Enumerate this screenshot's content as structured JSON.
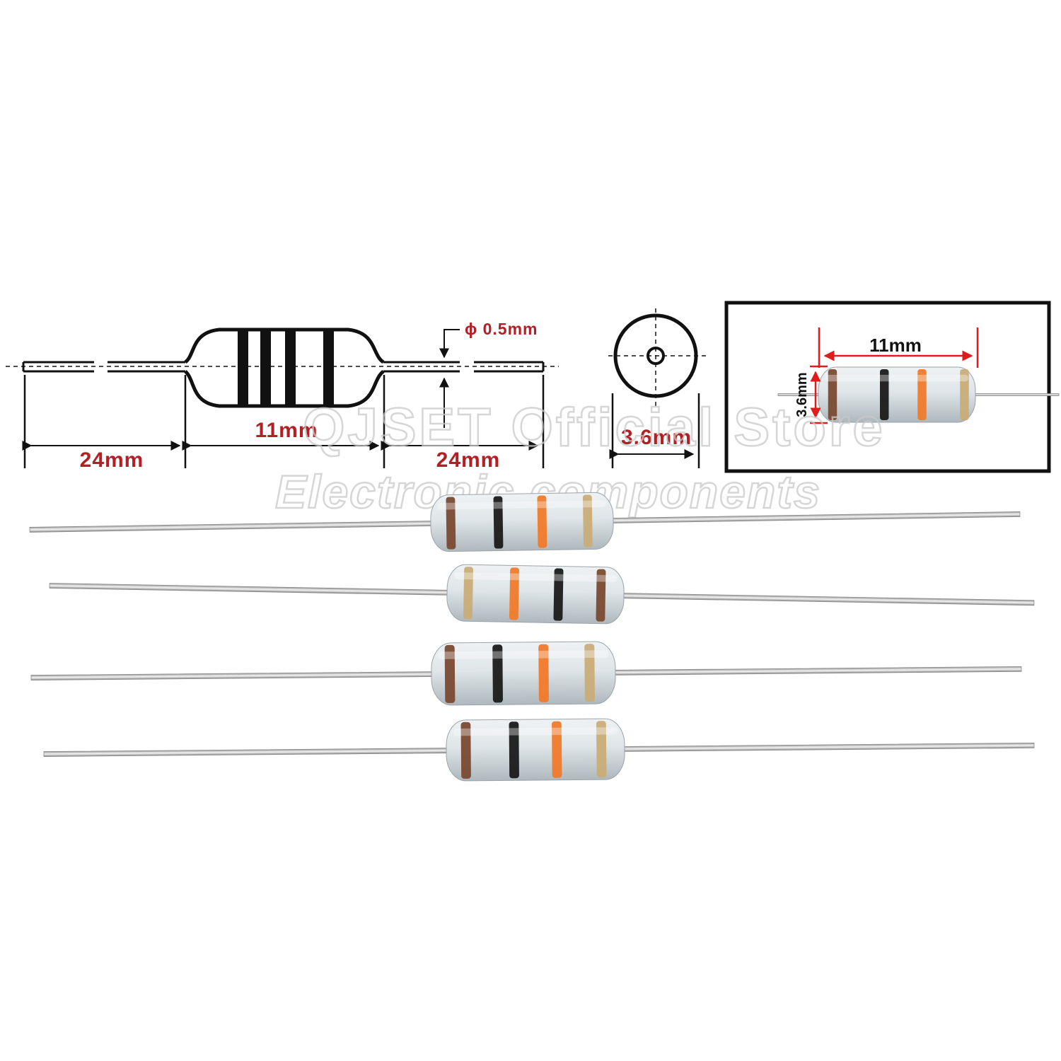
{
  "watermark": {
    "line1": "QJSET Official Store",
    "line2": "Electronic components"
  },
  "drawing": {
    "lead_length_left": "24mm",
    "body_length": "11mm",
    "lead_length_right": "24mm",
    "lead_diameter": "ϕ 0.5mm",
    "body_diameter": "3.6mm"
  },
  "inset": {
    "length": "11mm",
    "diameter": "3.6mm"
  },
  "colors": {
    "dimension_text": "#b21f24",
    "body": "#dde4e7",
    "band_brown": "#7a4a32",
    "band_black": "#1a1a1a",
    "band_orange": "#f07a2a",
    "band_gold": "#c9ad78",
    "lead": "#d6d6d6"
  },
  "resistors": [
    {
      "bands": [
        "brown",
        "black",
        "orange",
        "gold"
      ]
    },
    {
      "bands": [
        "gold",
        "orange",
        "black",
        "brown"
      ]
    },
    {
      "bands": [
        "brown",
        "black",
        "orange",
        "gold"
      ]
    },
    {
      "bands": [
        "brown",
        "black",
        "orange",
        "gold"
      ]
    }
  ]
}
